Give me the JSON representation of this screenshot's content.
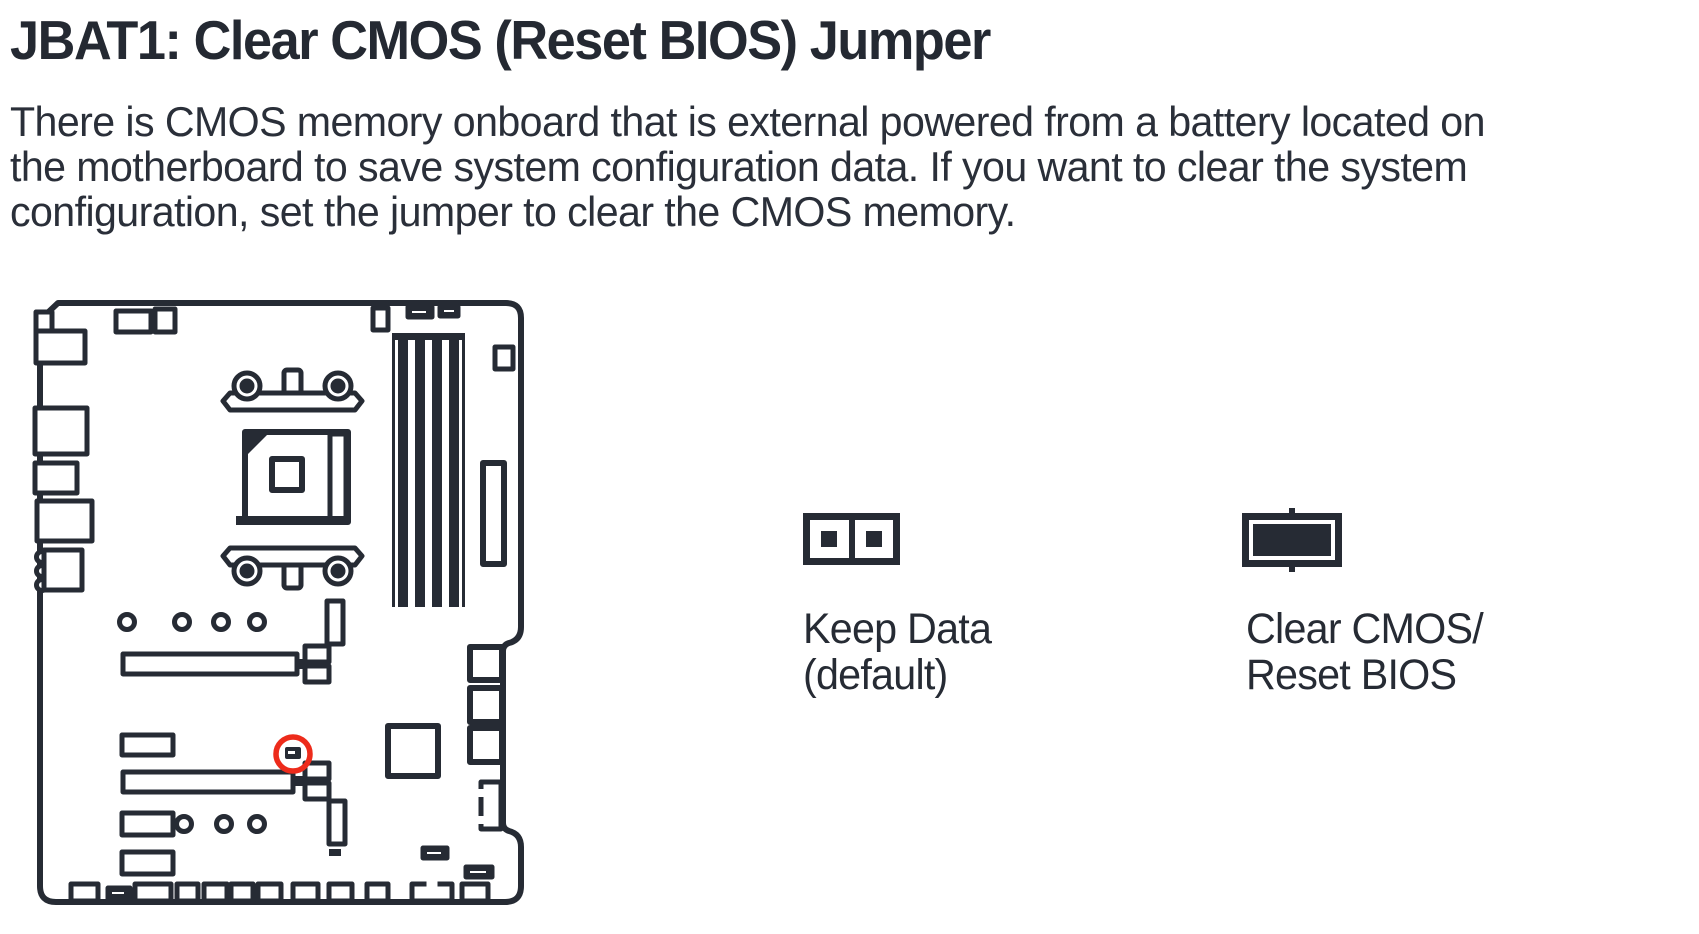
{
  "page": {
    "background": "#ffffff",
    "ink_color": "#262b34",
    "highlight_color": "#ed2b1b"
  },
  "title": "JBAT1: Clear CMOS (Reset BIOS) Jumper",
  "body_lines": [
    "There is CMOS memory onboard that is external powered from a battery located on",
    "the motherboard to save system configuration data. If you want to clear the system",
    "configuration, set the jumper to clear the CMOS memory."
  ],
  "diagram": {
    "description": "motherboard-top-view-with-jbat1-location-circled",
    "highlight": "JBAT1 jumper location"
  },
  "options": [
    {
      "id": "keep-data",
      "icon": "jumper-open-icon",
      "label_lines": [
        "Keep Data",
        "(default)"
      ]
    },
    {
      "id": "clear-cmos",
      "icon": "jumper-capped-icon",
      "label_lines": [
        "Clear CMOS/",
        "Reset BIOS"
      ]
    }
  ]
}
